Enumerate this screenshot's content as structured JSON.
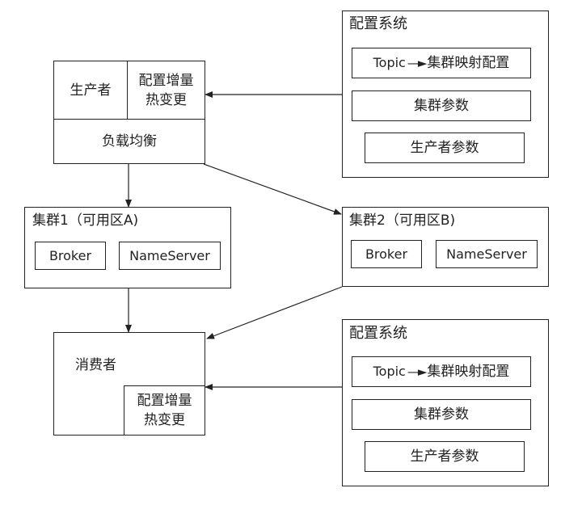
{
  "producer": {
    "label": "生产者",
    "hot_update": "配置增量热变更",
    "load_balance": "负载均衡"
  },
  "cluster1": {
    "title": "集群1（可用区A)",
    "broker": "Broker",
    "nameserver": "NameServer"
  },
  "cluster2": {
    "title": "集群2（可用区B)",
    "broker": "Broker",
    "nameserver": "NameServer"
  },
  "consumer": {
    "label": "消费者",
    "hot_update": "配置增量热变更"
  },
  "config_top": {
    "title": "配置系统",
    "topic": "Topic",
    "mapping": "集群映射配置",
    "cluster_params": "集群参数",
    "producer_params": "生产者参数"
  },
  "config_bottom": {
    "title": "配置系统",
    "topic": "Topic",
    "mapping": "集群映射配置",
    "cluster_params": "集群参数",
    "producer_params": "生产者参数"
  },
  "colors": {
    "stroke": "#222222",
    "background": "#ffffff"
  }
}
